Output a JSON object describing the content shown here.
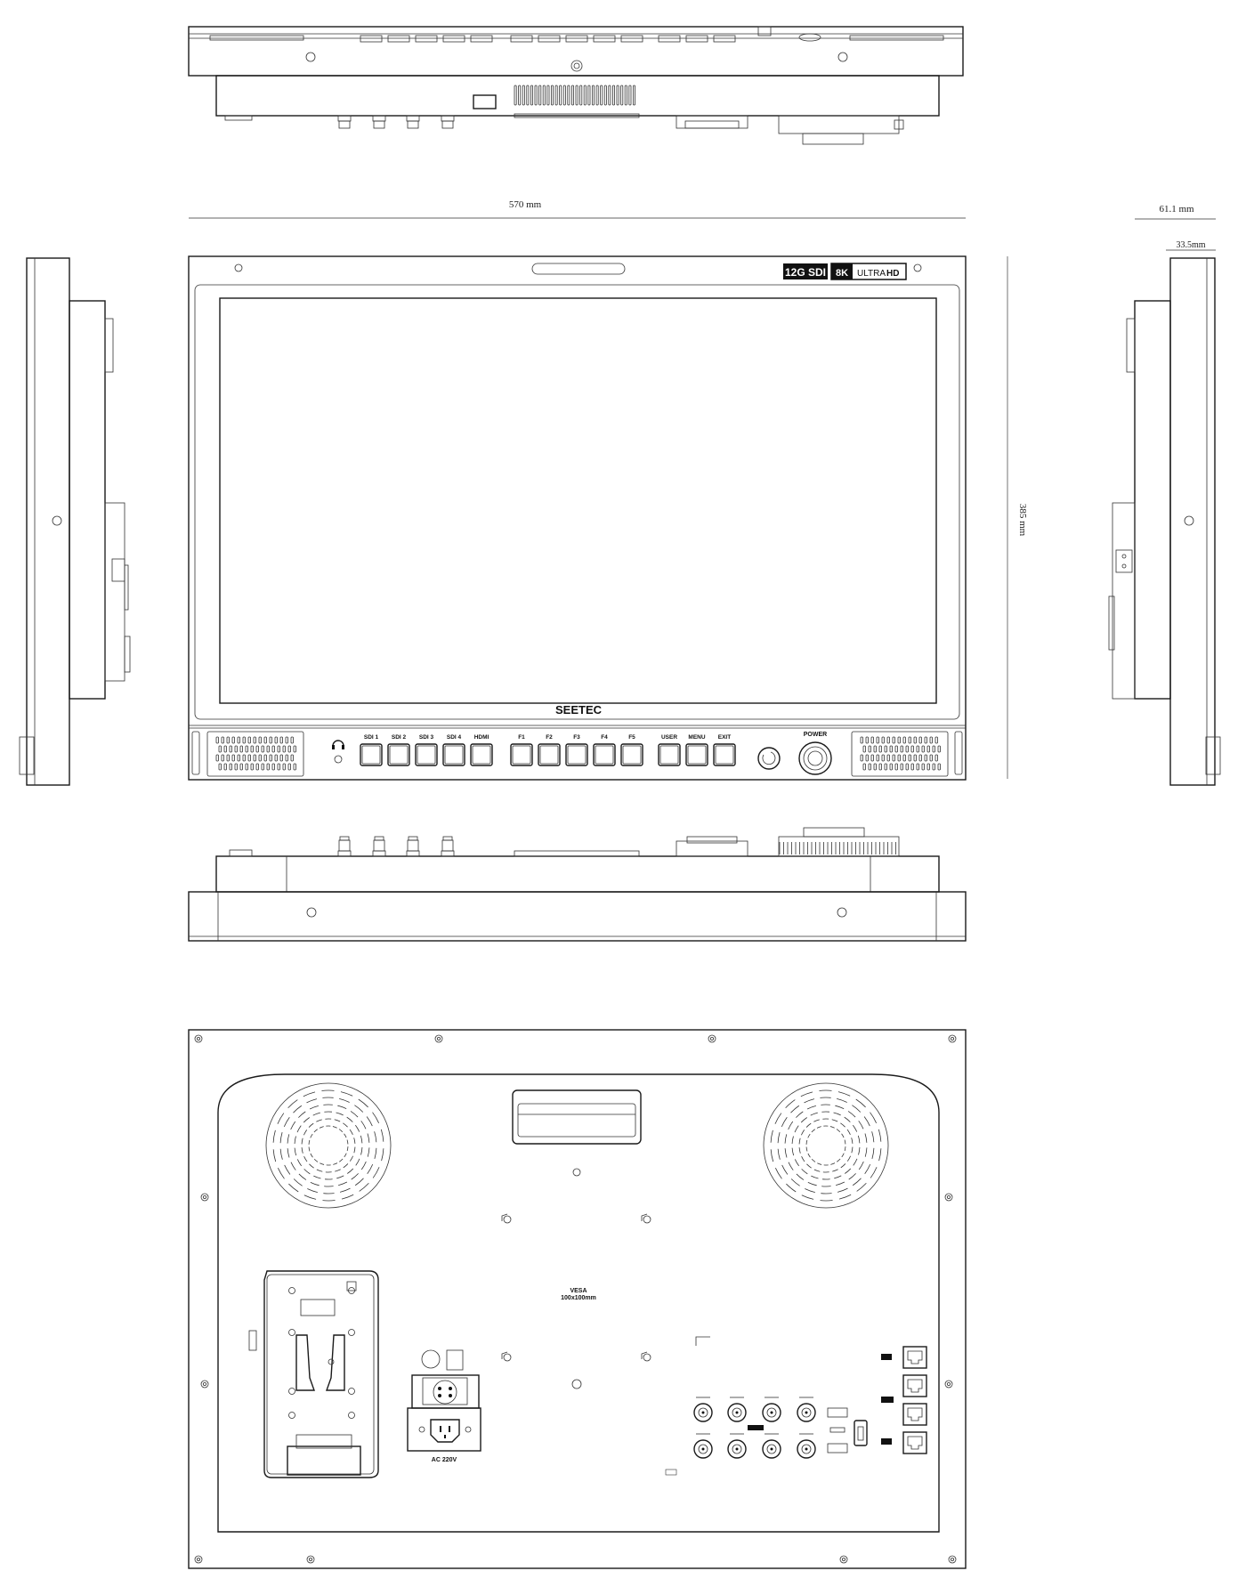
{
  "dimensions": {
    "width": "570 mm",
    "height": "385 mm",
    "depth_total": "61.1 mm",
    "depth_body": "33.5mm"
  },
  "front": {
    "brand": "SEETEC",
    "badge_12g": "12G SDI",
    "badge_8k": "8K",
    "badge_ultra": "ULTRA",
    "badge_hd": "HD",
    "button_groups": [
      [
        "SDI 1",
        "SDI 2",
        "SDI 3",
        "SDI 4",
        "HDMI"
      ],
      [
        "F1",
        "F2",
        "F3",
        "F4",
        "F5"
      ],
      [
        "USER",
        "MENU",
        "EXIT"
      ]
    ],
    "power_label": "POWER"
  },
  "rear": {
    "vesa_line1": "VESA",
    "vesa_line2": "100x100mm",
    "ac_label": "AC 220V"
  }
}
